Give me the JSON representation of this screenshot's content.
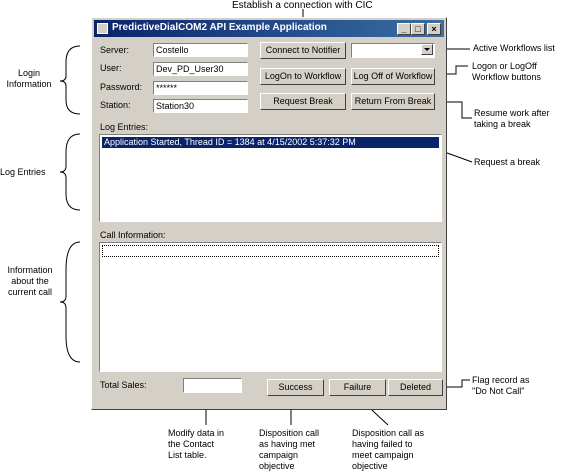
{
  "window": {
    "title": "PredictiveDialCOM2 API Example Application",
    "minimize_glyph": "_",
    "maximize_glyph": "□",
    "close_glyph": "×"
  },
  "login": {
    "server_label": "Server:",
    "server_value": "Costello",
    "user_label": "User:",
    "user_value": "Dev_PD_User30",
    "password_label": "Password:",
    "password_value": "******",
    "station_label": "Station:",
    "station_value": "Station30"
  },
  "buttons": {
    "connect": "Connect to Notifier",
    "logon": "LogOn to Workflow",
    "logoff": "Log Off of Workflow",
    "request_break": "Request Break",
    "return_break": "Return From Break",
    "success": "Success",
    "failure": "Failure",
    "deleted": "Deleted"
  },
  "workflows": {
    "selected": "",
    "arrow_icon": "chevron-down-icon"
  },
  "log": {
    "label": "Log Entries:",
    "entries": [
      "Application Started, Thread ID = 1384 at 4/15/2002 5:37:32 PM"
    ]
  },
  "call": {
    "label": "Call Information:"
  },
  "sales": {
    "label": "Total Sales:",
    "value": ""
  },
  "annotations": {
    "top": "Establish a connection with CIC",
    "login_line1": "Login",
    "login_line2": "Information",
    "log_entries": "Log Entries",
    "call_info": [
      "Information",
      "about the",
      "current call"
    ],
    "active_workflows": "Active Workflows list",
    "logon_logoff": [
      "Logon or LogOff",
      "Workflow buttons"
    ],
    "resume": [
      "Resume work after",
      "taking a break"
    ],
    "request_break": "Request a break",
    "flag": [
      "Flag record as",
      "\"Do Not Call\""
    ],
    "modify": [
      "Modify data in",
      "the Contact",
      "List table."
    ],
    "success": [
      "Disposition call",
      "as having met",
      "campaign",
      "objective"
    ],
    "failure": [
      "Disposition call as",
      "having failed to",
      "meet campaign",
      "objective"
    ]
  }
}
